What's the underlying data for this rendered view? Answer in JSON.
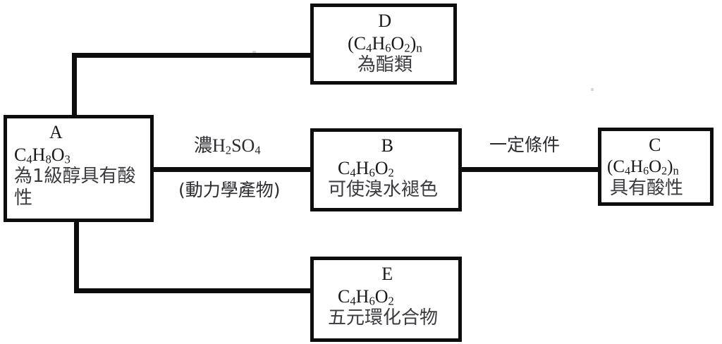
{
  "diagram": {
    "title": "Organic compound transformation flow chart",
    "line_color": "#0d0d0d",
    "background": "#ffffff",
    "text_color": "#191919",
    "nodes": [
      {
        "id": "A",
        "tag": "A",
        "formula_prefix": "C",
        "formula": "C4H8O3",
        "formula_parts": {
          "c": "C",
          "c_sub": "4",
          "h": "H",
          "h_sub": "8",
          "o": "O",
          "o_sub": "3"
        },
        "description": "為1級醇具有酸性"
      },
      {
        "id": "D",
        "tag": "D",
        "formula": "(C4H6O2)n",
        "formula_parts": {
          "open": "(",
          "c": "C",
          "c_sub": "4",
          "h": "H",
          "h_sub": "6",
          "o": "O",
          "o_sub": "2",
          "close": ")",
          "n": "n"
        },
        "description": "為酯類"
      },
      {
        "id": "B",
        "tag": "B",
        "formula": "C4H6O2",
        "formula_parts": {
          "c": "C",
          "c_sub": "4",
          "h": "H",
          "h_sub": "6",
          "o": "O",
          "o_sub": "2"
        },
        "description": "可使溴水褪色"
      },
      {
        "id": "C",
        "tag": "C",
        "formula": "(C4H6O2)n",
        "formula_parts": {
          "open": "(",
          "c": "C",
          "c_sub": "4",
          "h": "H",
          "h_sub": "6",
          "o": "O",
          "o_sub": "2",
          "close": ")",
          "n": "n"
        },
        "description": "具有酸性"
      },
      {
        "id": "E",
        "tag": "E",
        "formula": "C4H6O2",
        "formula_parts": {
          "c": "C",
          "c_sub": "4",
          "h": "H",
          "h_sub": "6",
          "o": "O",
          "o_sub": "2"
        },
        "description": "五元環化合物"
      }
    ],
    "edges": [
      {
        "id": "A-to-D",
        "from": "A",
        "to": "D",
        "label_above": "",
        "label_below": ""
      },
      {
        "id": "A-to-B",
        "from": "A",
        "to": "B",
        "label_above_prefix": "濃H",
        "label_above_sub": "2",
        "label_above_mid": "SO",
        "label_above_sub2": "4",
        "label_above": "濃H2SO4",
        "label_below": "(動力學產物)"
      },
      {
        "id": "B-to-C",
        "from": "B",
        "to": "C",
        "label_above": "一定條件",
        "label_below": ""
      },
      {
        "id": "A-to-E",
        "from": "A",
        "to": "E",
        "label_above": "",
        "label_below": ""
      }
    ]
  }
}
